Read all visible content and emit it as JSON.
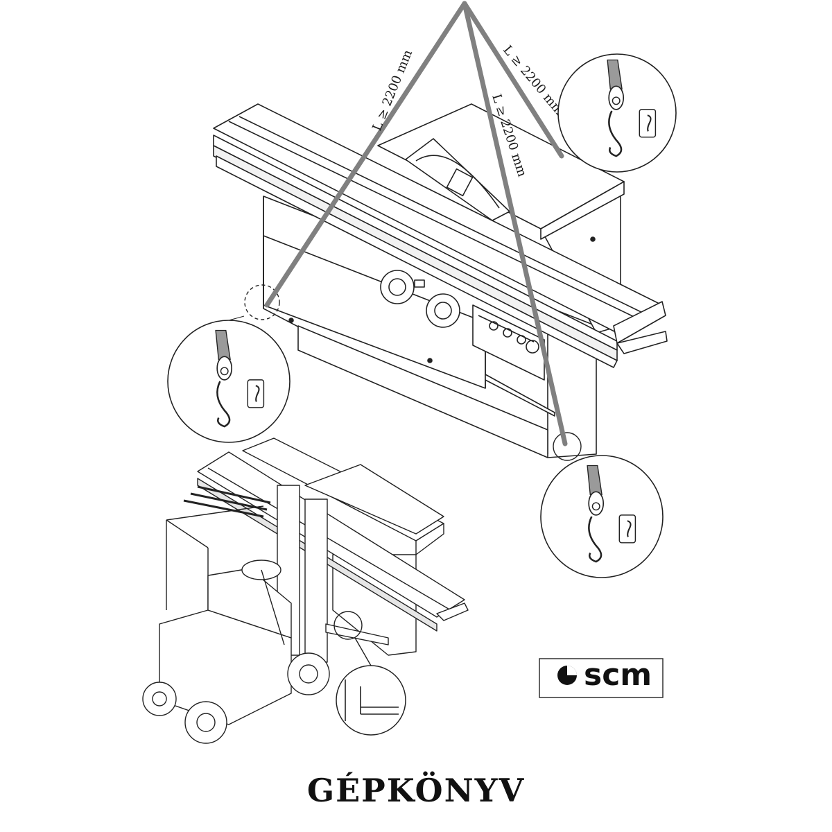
{
  "sling_labels": {
    "left": "L ≥ 2200 mm",
    "right_inner": "L ≥ 2200 mm",
    "right_outer": "L ≥ 2200 mm"
  },
  "logo": {
    "text": "scm"
  },
  "footer": {
    "title": "GÉPKÖNYV"
  },
  "colors": {
    "line": "#222222",
    "sling": "#808080",
    "strap": "#9a9a9a"
  }
}
